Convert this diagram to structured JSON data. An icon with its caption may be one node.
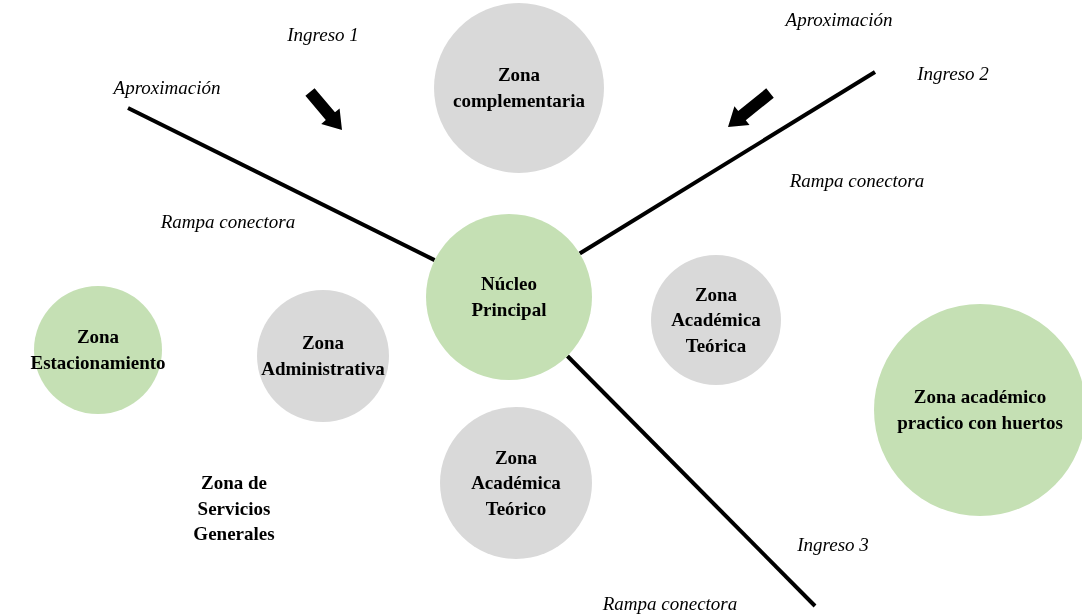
{
  "diagram": {
    "nodes": [
      {
        "text": [
          "Zona complementaria"
        ]
      },
      {
        "text": [
          "Núcleo Principal"
        ]
      },
      {
        "text": [
          "Zona Estacionamiento"
        ]
      },
      {
        "text": [
          "Zona Administrativa"
        ]
      },
      {
        "text": [
          "Zona Académica Teórica"
        ]
      },
      {
        "text": [
          "Zona académico practico con huertos"
        ]
      },
      {
        "text": [
          "Zona Académica Teórico"
        ]
      }
    ],
    "edges": [
      {
        "from": 1,
        "to": null,
        "arrow": "none"
      },
      {
        "from": 1,
        "to": null,
        "arrow": "none"
      },
      {
        "from": 1,
        "to": null,
        "arrow": "none"
      }
    ],
    "labels": [
      "Ingreso 1",
      "Aproximación",
      "Rampa conectora",
      "Aproximación",
      "Ingreso 2",
      "Rampa conectora",
      "Zona de Servicios Generales",
      "Ingreso 3",
      "Rampa conectora"
    ]
  }
}
